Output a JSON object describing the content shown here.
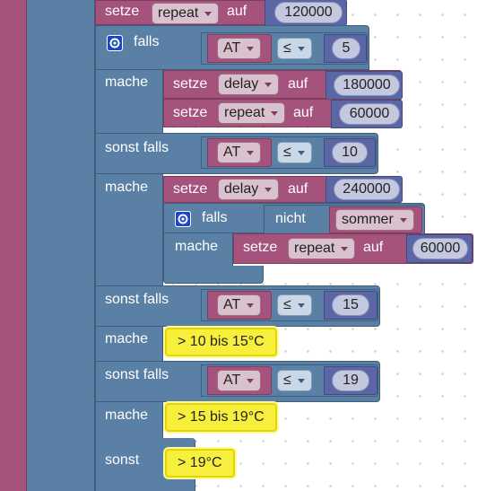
{
  "keywords": {
    "set": "setze",
    "to": "auf",
    "if": "falls",
    "do": "mache",
    "else_if": "sonst falls",
    "else": "sonst",
    "not": "nicht"
  },
  "blocks": {
    "set_repeat_top": {
      "var": "repeat",
      "value": "120000"
    },
    "if_1": {
      "var": "AT",
      "op": "≤",
      "value": "5"
    },
    "set_delay_1": {
      "var": "delay",
      "value": "180000"
    },
    "set_repeat_1": {
      "var": "repeat",
      "value": "60000"
    },
    "elseif_2": {
      "var": "AT",
      "op": "≤",
      "value": "10"
    },
    "set_delay_2": {
      "var": "delay",
      "value": "240000"
    },
    "inner_if": {
      "var": "sommer"
    },
    "inner_set_repeat": {
      "var": "repeat",
      "value": "60000"
    },
    "elseif_3": {
      "var": "AT",
      "op": "≤",
      "value": "15"
    },
    "text_3": "> 10 bis 15°C",
    "elseif_4": {
      "var": "AT",
      "op": "≤",
      "value": "19"
    },
    "text_4": "> 15 bis 19°C",
    "text_else": "> 19°C"
  },
  "icons": {
    "mutator": "gear-icon"
  },
  "colors": {
    "variables": "#a5537d",
    "logic": "#5b80a5",
    "math": "#5b67a5",
    "text_highlight": "#f7ef3b",
    "mutator": "#1e44c8"
  }
}
